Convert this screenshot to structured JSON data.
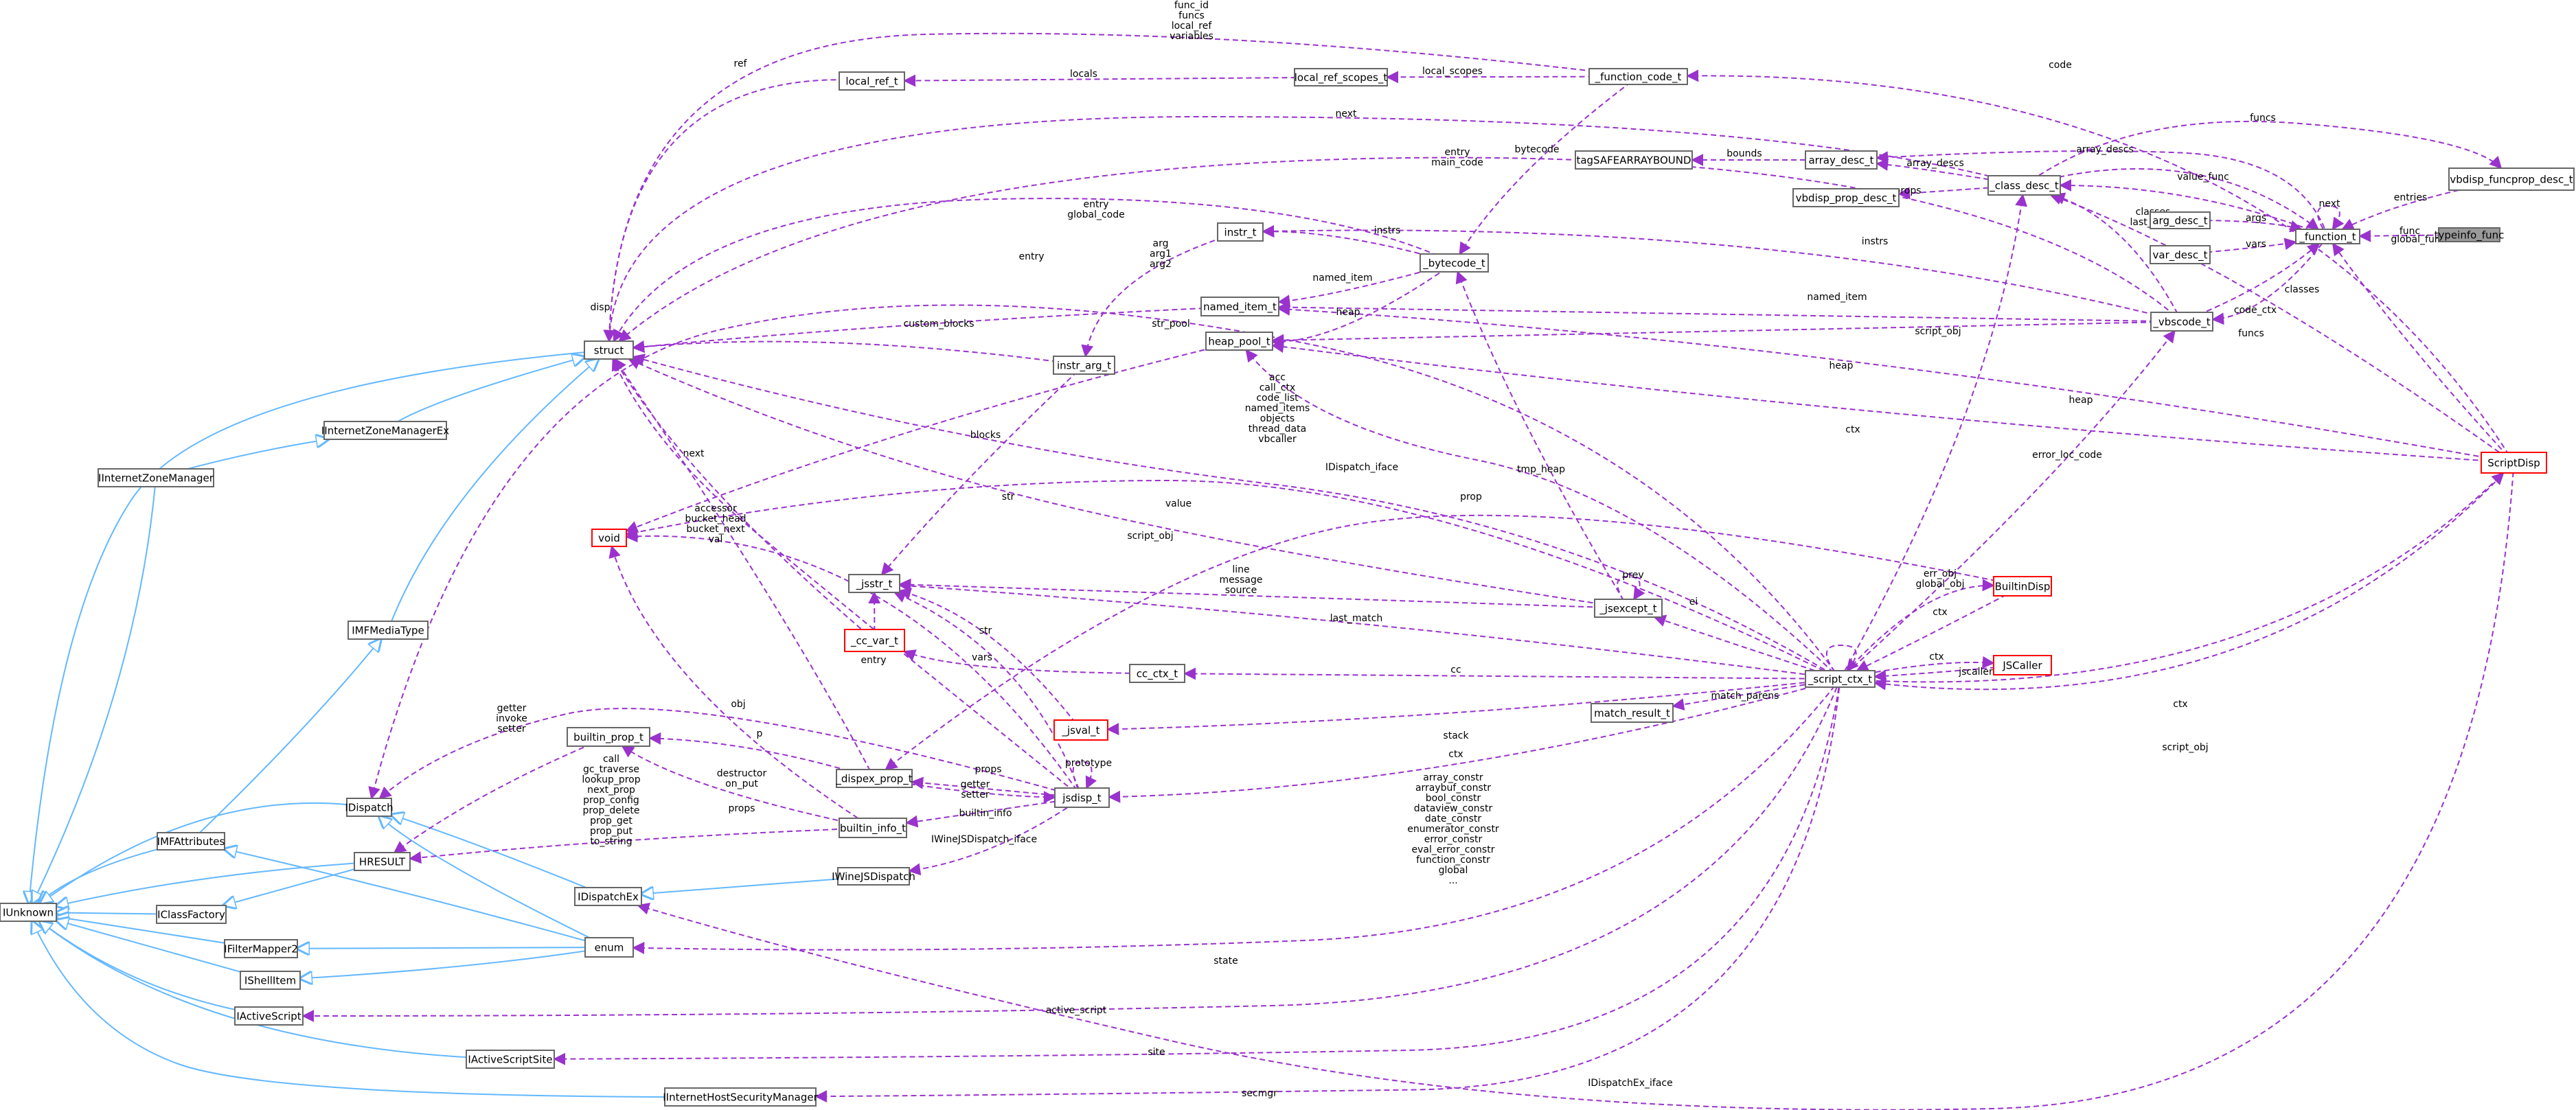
{
  "nodes": [
    {
      "id": "typeinfo_func",
      "label": "typeinfo_func"
    },
    {
      "id": "vbdisp_funcprop_desc_t",
      "label": "vbdisp_funcprop_desc_t"
    },
    {
      "id": "_function_t",
      "label": "_function_t"
    },
    {
      "id": "arg_desc_t",
      "label": "arg_desc_t"
    },
    {
      "id": "var_desc_t",
      "label": "var_desc_t"
    },
    {
      "id": "_class_desc_t",
      "label": "_class_desc_t"
    },
    {
      "id": "array_desc_t",
      "label": "array_desc_t"
    },
    {
      "id": "tagSAFEARRAYBOUND",
      "label": "tagSAFEARRAYBOUND"
    },
    {
      "id": "vbdisp_prop_desc_t",
      "label": "vbdisp_prop_desc_t"
    },
    {
      "id": "_function_code_t",
      "label": "_function_code_t"
    },
    {
      "id": "local_ref_scopes_t",
      "label": "local_ref_scopes_t"
    },
    {
      "id": "local_ref_t",
      "label": "local_ref_t"
    },
    {
      "id": "_bytecode_t",
      "label": "_bytecode_t"
    },
    {
      "id": "instr_t",
      "label": "instr_t"
    },
    {
      "id": "named_item_t",
      "label": "named_item_t"
    },
    {
      "id": "heap_pool_t",
      "label": "heap_pool_t"
    },
    {
      "id": "instr_arg_t",
      "label": "instr_arg_t"
    },
    {
      "id": "_vbscode_t",
      "label": "_vbscode_t"
    },
    {
      "id": "ScriptDisp",
      "label": "ScriptDisp"
    },
    {
      "id": "struct",
      "label": "struct"
    },
    {
      "id": "IInternetZoneManagerEx",
      "label": "IInternetZoneManagerEx"
    },
    {
      "id": "IInternetZoneManager",
      "label": "IInternetZoneManager"
    },
    {
      "id": "IMFMediaType",
      "label": "IMFMediaType"
    },
    {
      "id": "void",
      "label": "void"
    },
    {
      "id": "_jsstr_t",
      "label": "_jsstr_t"
    },
    {
      "id": "_jsexcept_t",
      "label": "_jsexcept_t"
    },
    {
      "id": "BuiltinDisp",
      "label": "BuiltinDisp"
    },
    {
      "id": "JSCaller",
      "label": "JSCaller"
    },
    {
      "id": "_script_ctx_t",
      "label": "_script_ctx_t"
    },
    {
      "id": "_cc_var_t",
      "label": "_cc_var_t"
    },
    {
      "id": "cc_ctx_t",
      "label": "cc_ctx_t"
    },
    {
      "id": "match_result_t",
      "label": "match_result_t"
    },
    {
      "id": "_jsval_t",
      "label": "_jsval_t"
    },
    {
      "id": "builtin_prop_t",
      "label": "builtin_prop_t"
    },
    {
      "id": "_dispex_prop_t",
      "label": "_dispex_prop_t"
    },
    {
      "id": "jsdisp_t",
      "label": "jsdisp_t"
    },
    {
      "id": "builtin_info_t",
      "label": "builtin_info_t"
    },
    {
      "id": "IWineJSDispatch",
      "label": "IWineJSDispatch"
    },
    {
      "id": "IDispatch",
      "label": "IDispatch"
    },
    {
      "id": "IMFAttributes",
      "label": "IMFAttributes"
    },
    {
      "id": "HRESULT",
      "label": "HRESULT"
    },
    {
      "id": "IDispatchEx",
      "label": "IDispatchEx"
    },
    {
      "id": "IUnknown",
      "label": "IUnknown"
    },
    {
      "id": "IClassFactory",
      "label": "IClassFactory"
    },
    {
      "id": "enum",
      "label": "enum"
    },
    {
      "id": "IFilterMapper2",
      "label": "IFilterMapper2"
    },
    {
      "id": "IShellItem",
      "label": "IShellItem"
    },
    {
      "id": "IActiveScript",
      "label": "IActiveScript"
    },
    {
      "id": "IActiveScriptSite",
      "label": "IActiveScriptSite"
    },
    {
      "id": "IInternetHostSecurityManager",
      "label": "IInternetHostSecurityManager"
    }
  ],
  "edge_labels": [
    {
      "id": "func_id_funcs",
      "lines": [
        "func_id",
        "funcs",
        "local_ref",
        "variables"
      ]
    },
    {
      "id": "ref",
      "lines": [
        "ref"
      ]
    },
    {
      "id": "locals",
      "lines": [
        "locals"
      ]
    },
    {
      "id": "local_scopes",
      "lines": [
        "local_scopes"
      ]
    },
    {
      "id": "code",
      "lines": [
        "code"
      ]
    },
    {
      "id": "next_top",
      "lines": [
        "next"
      ]
    },
    {
      "id": "bounds",
      "lines": [
        "bounds"
      ]
    },
    {
      "id": "array_descs_a",
      "lines": [
        "array_descs"
      ]
    },
    {
      "id": "array_descs_b",
      "lines": [
        "array_descs"
      ]
    },
    {
      "id": "funcs_top",
      "lines": [
        "funcs"
      ]
    },
    {
      "id": "bytecode",
      "lines": [
        "bytecode"
      ]
    },
    {
      "id": "entry_main_code",
      "lines": [
        "entry",
        "main_code"
      ]
    },
    {
      "id": "props_class",
      "lines": [
        "props"
      ]
    },
    {
      "id": "value_func",
      "lines": [
        "value_func"
      ]
    },
    {
      "id": "next_func",
      "lines": [
        "next"
      ]
    },
    {
      "id": "entries",
      "lines": [
        "entries"
      ]
    },
    {
      "id": "entry_global_code",
      "lines": [
        "entry",
        "global_code"
      ]
    },
    {
      "id": "arg_arg1_arg2",
      "lines": [
        "arg",
        "arg1",
        "arg2"
      ]
    },
    {
      "id": "instrs_a",
      "lines": [
        "instrs"
      ]
    },
    {
      "id": "classes_last_class",
      "lines": [
        "classes",
        "last_class"
      ]
    },
    {
      "id": "args",
      "lines": [
        "args"
      ]
    },
    {
      "id": "func",
      "lines": [
        "func"
      ]
    },
    {
      "id": "instrs_b",
      "lines": [
        "instrs"
      ]
    },
    {
      "id": "vars",
      "lines": [
        "vars"
      ]
    },
    {
      "id": "entry_b",
      "lines": [
        "entry"
      ]
    },
    {
      "id": "named_item_a",
      "lines": [
        "named_item"
      ]
    },
    {
      "id": "heap_a",
      "lines": [
        "heap"
      ]
    },
    {
      "id": "classes",
      "lines": [
        "classes"
      ]
    },
    {
      "id": "global_funcs",
      "lines": [
        "global_funcs"
      ]
    },
    {
      "id": "named_item_b",
      "lines": [
        "named_item"
      ]
    },
    {
      "id": "code_ctx",
      "lines": [
        "code_ctx"
      ]
    },
    {
      "id": "disp",
      "lines": [
        "disp"
      ]
    },
    {
      "id": "custom_blocks",
      "lines": [
        "custom_blocks"
      ]
    },
    {
      "id": "str_pool",
      "lines": [
        "str_pool"
      ]
    },
    {
      "id": "script_obj_a",
      "lines": [
        "script_obj"
      ]
    },
    {
      "id": "funcs_b",
      "lines": [
        "funcs"
      ]
    },
    {
      "id": "heap_b",
      "lines": [
        "heap"
      ]
    },
    {
      "id": "heap_c",
      "lines": [
        "heap"
      ]
    },
    {
      "id": "acc_list",
      "lines": [
        "acc",
        "call_ctx",
        "code_list",
        "named_items",
        "objects",
        "thread_data",
        "vbcaller"
      ]
    },
    {
      "id": "blocks",
      "lines": [
        "blocks"
      ]
    },
    {
      "id": "ctx_a",
      "lines": [
        "ctx"
      ]
    },
    {
      "id": "next_b",
      "lines": [
        "next"
      ]
    },
    {
      "id": "idispatch_iface",
      "lines": [
        "IDispatch_iface"
      ]
    },
    {
      "id": "tmp_heap",
      "lines": [
        "tmp_heap"
      ]
    },
    {
      "id": "error_loc_code",
      "lines": [
        "error_loc_code"
      ]
    },
    {
      "id": "accessor_list",
      "lines": [
        "accessor",
        "bucket_head",
        "bucket_next",
        "val"
      ]
    },
    {
      "id": "str_a",
      "lines": [
        "str"
      ]
    },
    {
      "id": "value",
      "lines": [
        "value"
      ]
    },
    {
      "id": "prop",
      "lines": [
        "prop"
      ]
    },
    {
      "id": "script_obj_b",
      "lines": [
        "script_obj"
      ]
    },
    {
      "id": "line_message_source",
      "lines": [
        "line",
        "message",
        "source"
      ]
    },
    {
      "id": "prev",
      "lines": [
        "prev"
      ]
    },
    {
      "id": "err_obj_global_obj",
      "lines": [
        "err_obj",
        "global_obj"
      ]
    },
    {
      "id": "last_match",
      "lines": [
        "last_match"
      ]
    },
    {
      "id": "ei",
      "lines": [
        "ei"
      ]
    },
    {
      "id": "ctx_b",
      "lines": [
        "ctx"
      ]
    },
    {
      "id": "str_b",
      "lines": [
        "str"
      ]
    },
    {
      "id": "vars_b",
      "lines": [
        "vars"
      ]
    },
    {
      "id": "entry_c",
      "lines": [
        "entry"
      ]
    },
    {
      "id": "cc",
      "lines": [
        "cc"
      ]
    },
    {
      "id": "ctx_c",
      "lines": [
        "ctx"
      ]
    },
    {
      "id": "jscaller",
      "lines": [
        "jscaller"
      ]
    },
    {
      "id": "obj",
      "lines": [
        "obj"
      ]
    },
    {
      "id": "match_parens",
      "lines": [
        "match_parens"
      ]
    },
    {
      "id": "ctx_d",
      "lines": [
        "ctx"
      ]
    },
    {
      "id": "getter_invoke_setter",
      "lines": [
        "getter",
        "invoke",
        "setter"
      ]
    },
    {
      "id": "p",
      "lines": [
        "p"
      ]
    },
    {
      "id": "stack",
      "lines": [
        "stack"
      ]
    },
    {
      "id": "prototype",
      "lines": [
        "prototype"
      ]
    },
    {
      "id": "ctx_e",
      "lines": [
        "ctx"
      ]
    },
    {
      "id": "call_list",
      "lines": [
        "call",
        "gc_traverse",
        "lookup_prop",
        "next_prop",
        "prop_config",
        "prop_delete",
        "prop_get",
        "prop_put",
        "to_string"
      ]
    },
    {
      "id": "destructor_on_put",
      "lines": [
        "destructor",
        "on_put"
      ]
    },
    {
      "id": "props_b",
      "lines": [
        "props"
      ]
    },
    {
      "id": "getter_setter",
      "lines": [
        "getter",
        "setter"
      ]
    },
    {
      "id": "props_c",
      "lines": [
        "props"
      ]
    },
    {
      "id": "builtin_info",
      "lines": [
        "builtin_info"
      ]
    },
    {
      "id": "array_constr_list",
      "lines": [
        "array_constr",
        "arraybuf_constr",
        "bool_constr",
        "dataview_constr",
        "date_constr",
        "enumerator_constr",
        "error_constr",
        "eval_error_constr",
        "function_constr",
        "global",
        "..."
      ]
    },
    {
      "id": "script_obj_c",
      "lines": [
        "script_obj"
      ]
    },
    {
      "id": "iwinejsdispatch_iface",
      "lines": [
        "IWineJSDispatch_iface"
      ]
    },
    {
      "id": "state",
      "lines": [
        "state"
      ]
    },
    {
      "id": "active_script",
      "lines": [
        "active_script"
      ]
    },
    {
      "id": "site",
      "lines": [
        "site"
      ]
    },
    {
      "id": "idispatchex_iface",
      "lines": [
        "IDispatchEx_iface"
      ]
    },
    {
      "id": "secmgr",
      "lines": [
        "secmgr"
      ]
    }
  ]
}
